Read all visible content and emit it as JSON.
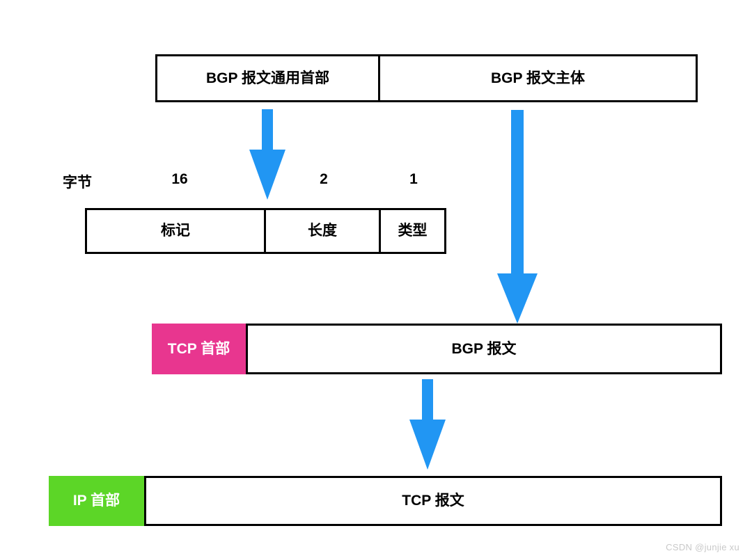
{
  "diagram": {
    "title": "BGP message encapsulation diagram",
    "colors": {
      "arrow_blue": "#2196F3",
      "tcp_header_pink": "#E8368F",
      "ip_header_green": "#5CD627",
      "box_border": "#000000",
      "watermark_gray": "#C9C9C9"
    },
    "rows": {
      "bgp_message": {
        "segments": [
          {
            "label": "BGP 报文通用首部"
          },
          {
            "label": "BGP 报文主体"
          }
        ]
      },
      "byte_sizes": {
        "unit_label": "字节",
        "values": [
          "16",
          "2",
          "1"
        ]
      },
      "bgp_header_detail": {
        "segments": [
          {
            "label": "标记",
            "bytes": "16"
          },
          {
            "label": "长度",
            "bytes": "2"
          },
          {
            "label": "类型",
            "bytes": "1"
          }
        ]
      },
      "tcp_segment": {
        "header_label": "TCP 首部",
        "payload_label": "BGP 报文"
      },
      "ip_packet": {
        "header_label": "IP 首部",
        "payload_label": "TCP 报文"
      }
    },
    "arrows": [
      {
        "name": "bgp-header-to-detail",
        "direction": "down"
      },
      {
        "name": "bgp-body-to-tcp-payload",
        "direction": "down"
      },
      {
        "name": "tcp-to-ip-payload",
        "direction": "down"
      }
    ],
    "watermark": "CSDN @junjie xu"
  }
}
